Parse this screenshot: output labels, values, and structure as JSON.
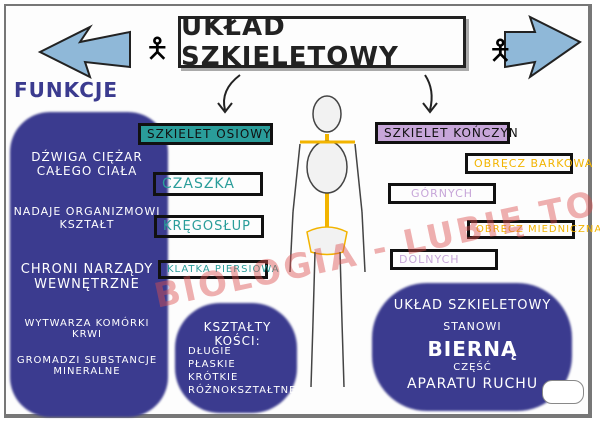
{
  "title": "Układ szkieletowy",
  "functions": {
    "heading": "Funkcje",
    "items": [
      "Dźwiga ciężar całego ciała",
      "Nadaje organizmowi kształt",
      "Chroni narządy wewnętrzne",
      "Wytwarza komórki krwi",
      "Gromadzi substancje mineralne"
    ]
  },
  "axial": {
    "label": "Szkielet osiowy",
    "parts": [
      "Czaszka",
      "Kręgosłup",
      "Klatka piersiowa"
    ]
  },
  "limbs": {
    "label": "Szkielet kończyn",
    "parts": [
      "Obręcz barkowa",
      "Górnych",
      "Obręcz miedniczna",
      "Dolnych"
    ]
  },
  "shapes": {
    "heading": "Kształty kości:",
    "items": [
      "Długie",
      "Płaskie",
      "Krótkie",
      "Różnokształtne"
    ]
  },
  "summary": {
    "line1": "Układ szkieletowy",
    "line2": "stanowi",
    "line3": "bierną",
    "line4": "część",
    "line5": "aparatu ruchu"
  },
  "watermark": "Biologia - Lubię to",
  "colors": {
    "blob": "#3b3b8f",
    "axial": "#2a9d9a",
    "limbs": "#c7a6d9",
    "yellow": "#f2b400"
  }
}
